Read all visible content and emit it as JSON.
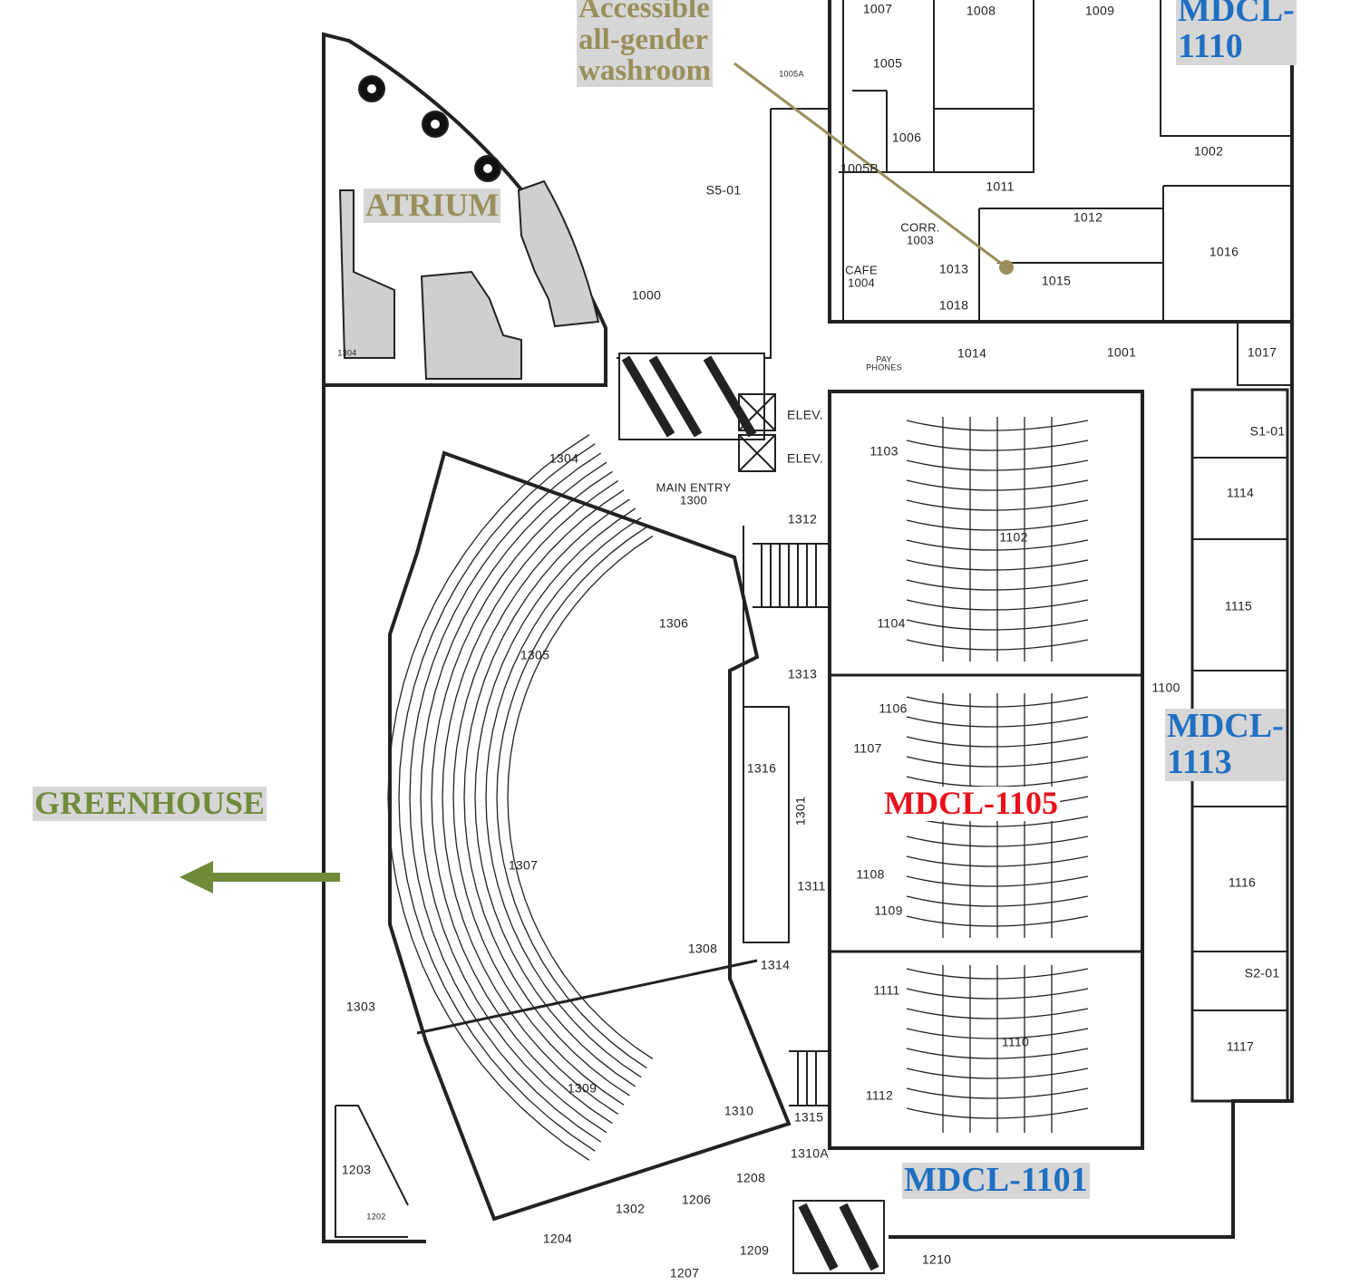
{
  "colors": {
    "olive": "#9a8f5a",
    "blue": "#1f6fc2",
    "red": "#e8111b",
    "green": "#6f8b3a",
    "wall": "#222222"
  },
  "callouts": {
    "washroom": [
      "Accessible",
      "all-gender",
      "washroom"
    ],
    "atrium": "ATRIUM",
    "mdcl_1110": [
      "MDCL-",
      "1110"
    ],
    "mdcl_1113": [
      "MDCL-",
      "1113"
    ],
    "mdcl_1105": "MDCL-1105",
    "mdcl_1101": "MDCL-1101",
    "greenhouse": "GREENHOUSE",
    "greenhouse_arrow": "arrow-left-icon"
  },
  "rooms": [
    "1007",
    "1008",
    "1009",
    "1005A",
    "1005",
    "1006",
    "1005B",
    "1002",
    "1011",
    "1012",
    "CORR. 1003",
    "1016",
    "CAFE 1004",
    "1013",
    "1015",
    "1018",
    "1014",
    "1001",
    "1017",
    "S5-01",
    "1000",
    "PAY PHONES",
    "1304",
    "ELEV.",
    "ELEV.",
    "S1-01",
    "1103",
    "1304",
    "MAIN ENTRY 1300",
    "1114",
    "1312",
    "1102",
    "1306",
    "1104",
    "1115",
    "1305",
    "1313",
    "1100",
    "1106",
    "1107",
    "1316",
    "1301",
    "1307",
    "1108",
    "1116",
    "1311",
    "1109",
    "1308",
    "1314",
    "S2-01",
    "1111",
    "1303",
    "1110",
    "1117",
    "1309",
    "1112",
    "1310",
    "1315",
    "1310A",
    "1203",
    "1208",
    "1206",
    "1302",
    "1202",
    "1204",
    "1209",
    "1210",
    "1207"
  ]
}
